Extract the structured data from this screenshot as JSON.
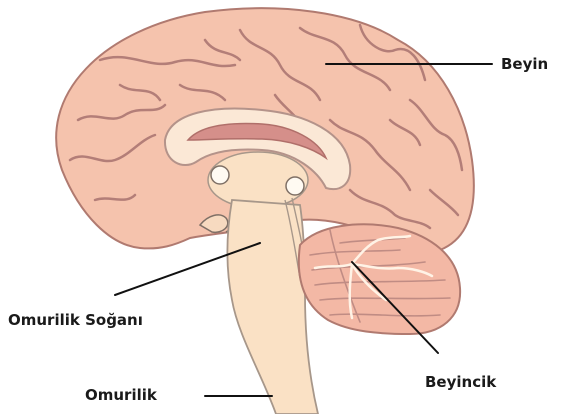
{
  "labels": {
    "brain": "Beyin",
    "medulla": "Omurilik Soğanı",
    "cerebellum": "Beyincik",
    "spinal_cord": "Omurilik"
  },
  "colors": {
    "cerebrum_fill": "#f5c3ad",
    "cerebrum_stroke": "#b07a70",
    "gyri_line": "#b37e78",
    "cerebellum_fill": "#f3b8a5",
    "stem_fill": "#fae1c5",
    "stem_stroke": "#a7978a",
    "corpus_fill": "#fbe8d6",
    "ventricle_fill": "#d58f8a",
    "leader": "#111111"
  }
}
